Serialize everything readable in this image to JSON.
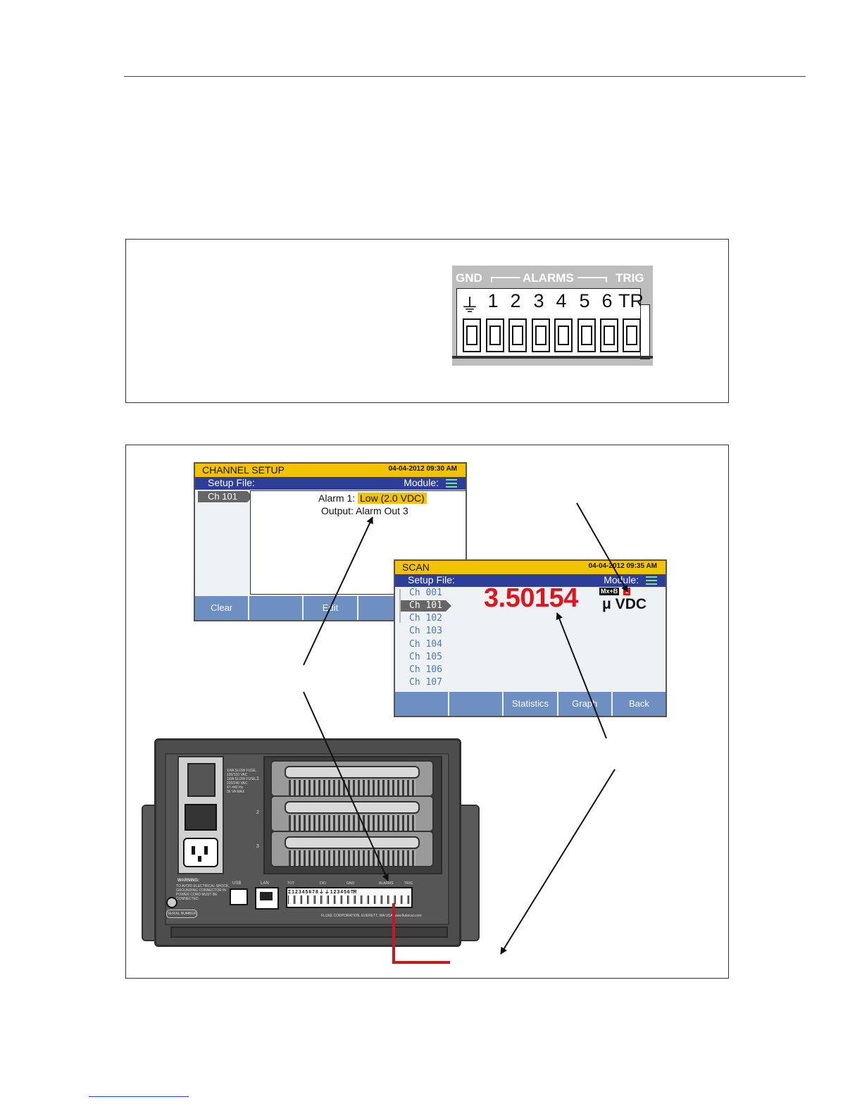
{
  "figure_connector": {
    "labels": {
      "gnd": "GND",
      "alarms": "ALARMS",
      "trig": "TRIG"
    },
    "terminals": [
      "⏚",
      "1",
      "2",
      "3",
      "4",
      "5",
      "6",
      "TR"
    ]
  },
  "screen_channel_setup": {
    "title": "CHANNEL SETUP",
    "datetime": "04-04-2012 09:30 AM",
    "setup_file_label": "Setup File:",
    "module_label": "Module:",
    "channel": "Ch 101",
    "alarm_label": "Alarm 1:",
    "alarm_value": "Low (2.0 VDC)",
    "output_label": "Output:",
    "output_value": "Alarm Out 3",
    "softkeys": [
      "Clear",
      "",
      "Edit",
      ""
    ]
  },
  "screen_scan": {
    "title": "SCAN",
    "datetime": "04-04-2012 09:35 AM",
    "setup_file_label": "Setup File:",
    "module_label": "Module:",
    "channels": [
      "Ch 001",
      "Ch 101",
      "Ch 102",
      "Ch 103",
      "Ch 104",
      "Ch 105",
      "Ch 106",
      "Ch 107"
    ],
    "selected_channel": "Ch 101",
    "reading": "3.50154",
    "unit": "μ VDC",
    "mxb_badge": "Mx+B",
    "alarm_badge": "1",
    "softkeys": [
      "",
      "",
      "Statistics",
      "Graph",
      "Back"
    ]
  },
  "instrument": {
    "slot_numbers": [
      "1",
      "2",
      "3"
    ],
    "fuse_text": "1/4A SLOW FUSE, 100/120 VAC\n1/8A SLOW FUSE, 220/240 VAC\n47-440 Hz\n36 VA MAX",
    "warning_title": "WARNING:",
    "warning_text": "TO AVOID ELECTRICAL SHOCK, GROUNDING CONNECTOR IN POWER CORD MUST BE CONNECTED.",
    "usb_label": "USB",
    "lan_label": "LAN",
    "tot_label": "TOT",
    "dio_label": "DIO",
    "gnd_label": "GND",
    "alarms_label": "ALARMS",
    "trig_label": "TRIG",
    "terminal_numbers": "Σ 1 2 3 4 5 6 7 8 ⏚ ⏚ 1 2 3 4 5 6 TR",
    "serial_label": "SERIAL NUMBER",
    "company_text": "FLUKE CORPORATION, EVERETT, WA USA  www.flukecal.com"
  }
}
